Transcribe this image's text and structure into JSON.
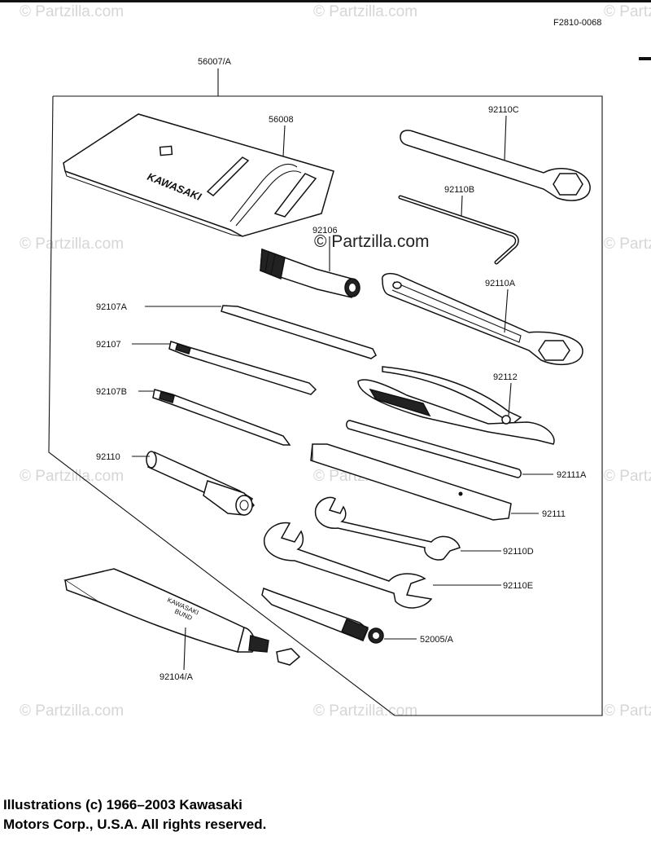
{
  "ref_code": "F2810-0068",
  "watermark": "© Partzilla.com",
  "watermark_center": "© Partzilla.com",
  "parts": {
    "kit": "56007/A",
    "pouch": "56008",
    "handle": "92106",
    "wrench_c": "92110C",
    "wrench_b": "92110B",
    "wrench_a": "92110A",
    "screwdriver_a": "92107A",
    "screwdriver": "92107",
    "screwdriver_b": "92107B",
    "pliers": "92112",
    "plug_wrench": "92110",
    "bar": "92111A",
    "lever": "92111",
    "wrench_d": "92110D",
    "wrench_e": "92110E",
    "holder": "52005/A",
    "grease": "92104/A"
  },
  "pouch_logo": "KAWASAKI",
  "tube_text": [
    "KAWASAKI",
    "BUND"
  ],
  "copyright_lines": [
    "Illustrations (c) 1966–2003 Kawasaki",
    "Motors Corp., U.S.A.  All rights reserved."
  ]
}
